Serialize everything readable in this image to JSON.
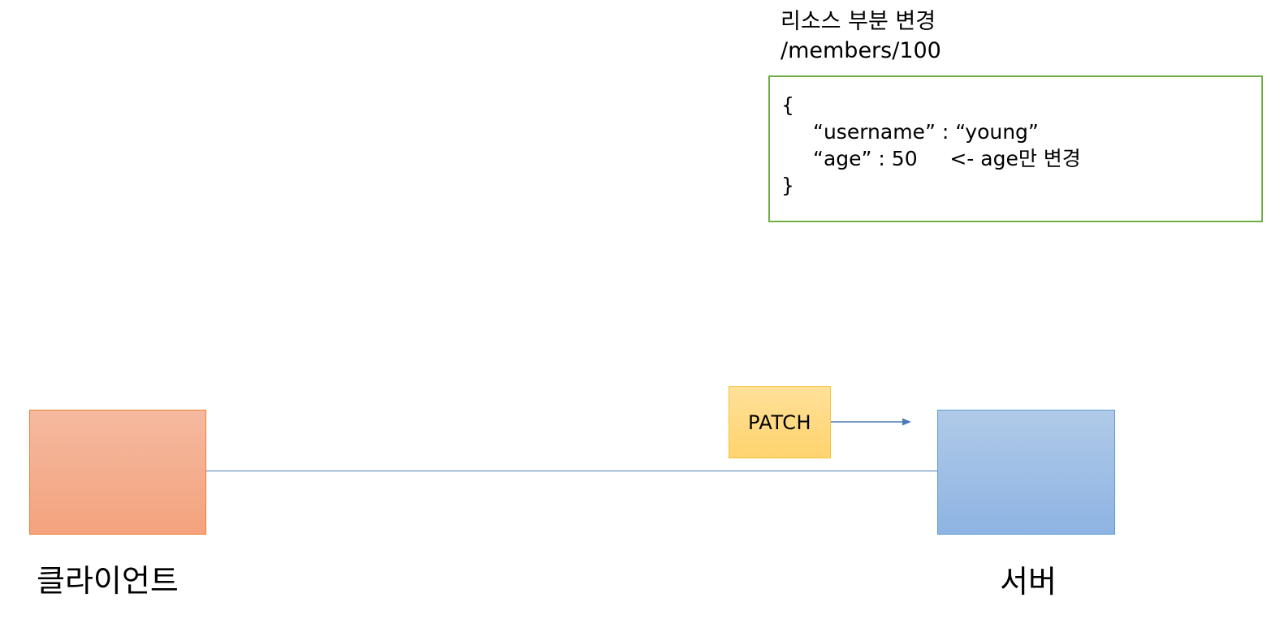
{
  "heading": {
    "title": "리소스 부분 변경",
    "path": "/members/100"
  },
  "request_body": {
    "lines": [
      "{",
      "“username” : “young”",
      "“age” : 50     <- age만 변경",
      "}"
    ]
  },
  "method": {
    "label": "PATCH"
  },
  "nodes": {
    "client": {
      "label": "클라이언트"
    },
    "server": {
      "label": "서버"
    }
  },
  "colors": {
    "body_border": "#70ad47",
    "client_fill": "#f4a37d",
    "server_fill": "#8eb4e3",
    "method_fill": "#ffd36e",
    "connector": "#4a7ab8"
  }
}
